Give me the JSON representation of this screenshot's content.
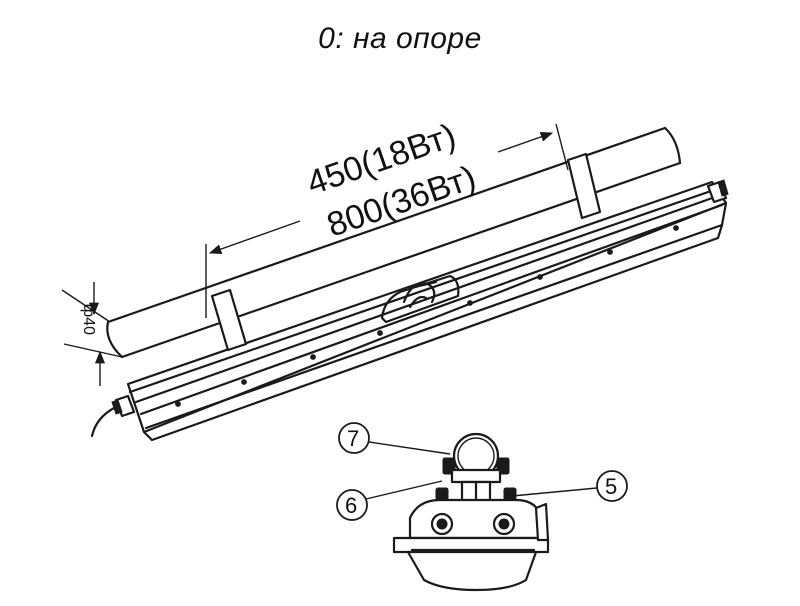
{
  "title": "0: на опоре",
  "dimensions": {
    "length_18w": "450(18Вт)",
    "length_36w": "800(36Вт)",
    "pipe_diameter": "ф40"
  },
  "callouts": [
    {
      "label": "7"
    },
    {
      "label": "6"
    },
    {
      "label": "5"
    }
  ]
}
